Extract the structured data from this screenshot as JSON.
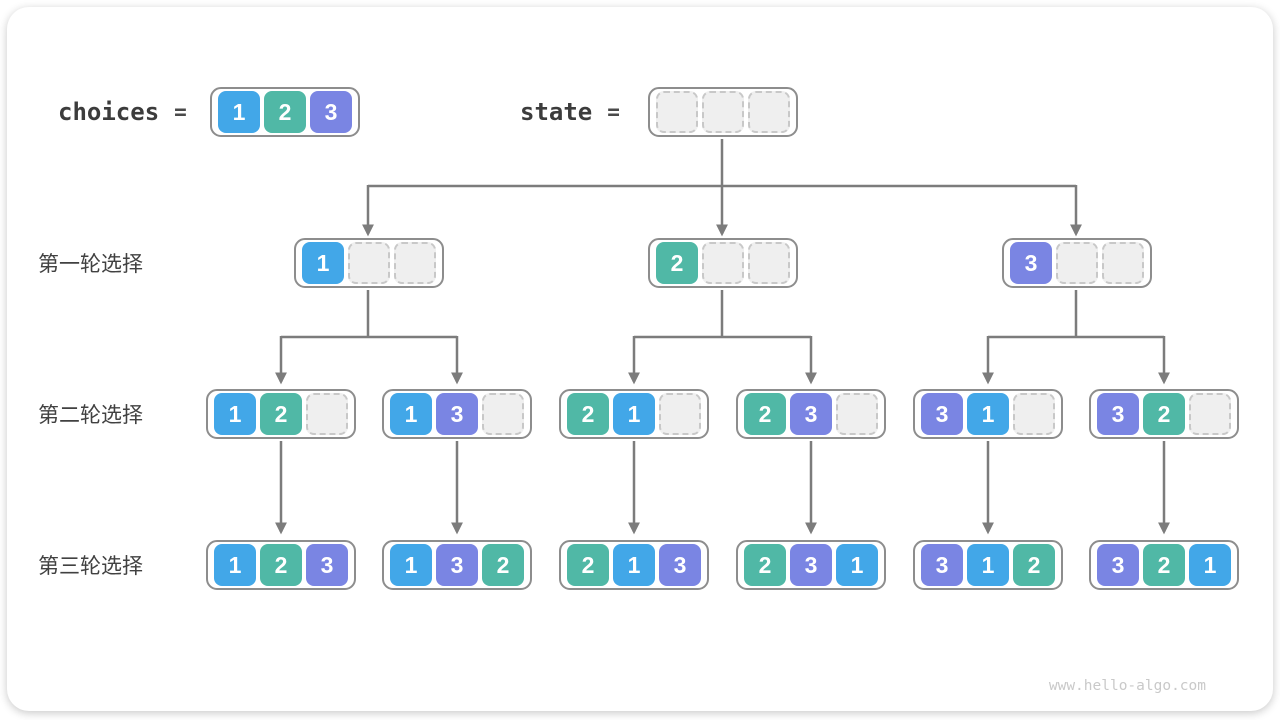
{
  "palette": {
    "1": "#42a7e8",
    "2": "#50b8a6",
    "3": "#7a85e3"
  },
  "edge_color": "#7c7c7c",
  "header": {
    "choices_label": "choices",
    "equals": "=",
    "state_label": "state",
    "choices_cells": [
      "1",
      "2",
      "3"
    ],
    "state_cells": [
      "",
      "",
      ""
    ]
  },
  "rows": [
    {
      "label": "第一轮选择",
      "nodes": [
        [
          "1",
          "",
          ""
        ],
        [
          "2",
          "",
          ""
        ],
        [
          "3",
          "",
          ""
        ]
      ]
    },
    {
      "label": "第二轮选择",
      "nodes": [
        [
          "1",
          "2",
          ""
        ],
        [
          "1",
          "3",
          ""
        ],
        [
          "2",
          "1",
          ""
        ],
        [
          "2",
          "3",
          ""
        ],
        [
          "3",
          "1",
          ""
        ],
        [
          "3",
          "2",
          ""
        ]
      ]
    },
    {
      "label": "第三轮选择",
      "nodes": [
        [
          "1",
          "2",
          "3"
        ],
        [
          "1",
          "3",
          "2"
        ],
        [
          "2",
          "1",
          "3"
        ],
        [
          "2",
          "3",
          "1"
        ],
        [
          "3",
          "1",
          "2"
        ],
        [
          "3",
          "2",
          "1"
        ]
      ]
    }
  ],
  "watermark": "www.hello-algo.com"
}
